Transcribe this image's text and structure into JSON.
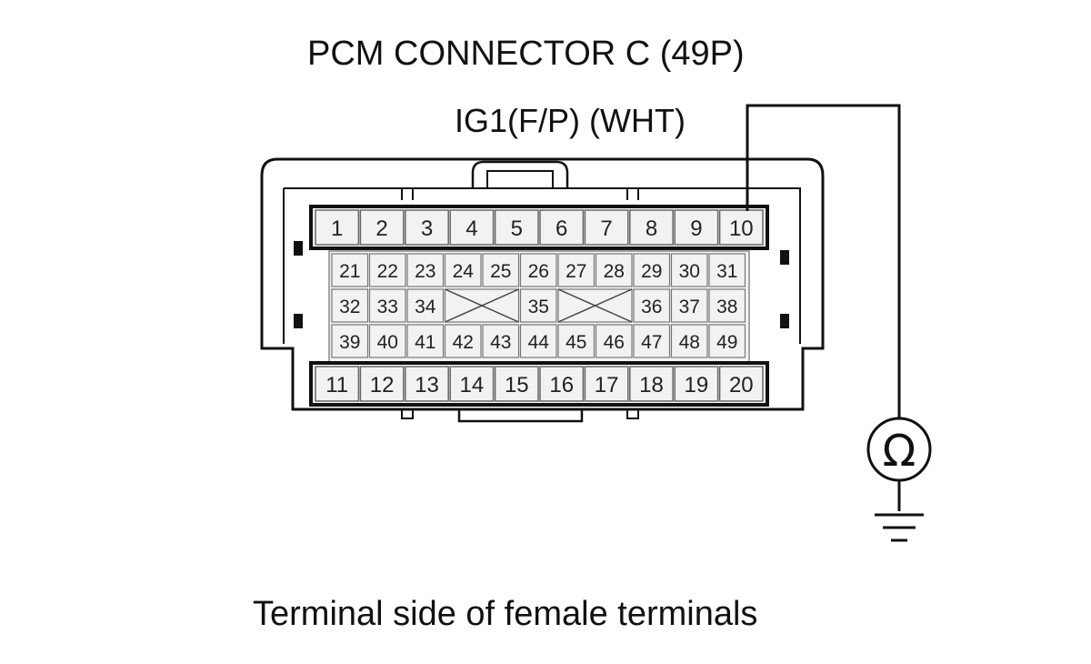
{
  "title": "PCM CONNECTOR C (49P)",
  "signal_label": "IG1(F/P) (WHT)",
  "caption": "Terminal side of female terminals",
  "connector": {
    "top_row": [
      "1",
      "2",
      "3",
      "4",
      "5",
      "6",
      "7",
      "8",
      "9",
      "10"
    ],
    "bottom_row": [
      "11",
      "12",
      "13",
      "14",
      "15",
      "16",
      "17",
      "18",
      "19",
      "20"
    ],
    "inner_rows": [
      [
        "21",
        "22",
        "23",
        "24",
        "25",
        "26",
        "27",
        "28",
        "29",
        "30",
        "31"
      ],
      [
        "32",
        "33",
        "34",
        "",
        "",
        "35",
        "",
        "",
        "36",
        "37",
        "38"
      ],
      [
        "39",
        "40",
        "41",
        "42",
        "43",
        "44",
        "45",
        "46",
        "47",
        "48",
        "49"
      ]
    ],
    "probed_pin": "10"
  },
  "meter": {
    "symbol": "Ω",
    "icon": "ohmmeter-icon"
  },
  "ground": {
    "icon": "ground-icon"
  },
  "colors": {
    "line": "#111111",
    "cell_fill": "#f2f2f2",
    "cell_border": "#666666"
  }
}
